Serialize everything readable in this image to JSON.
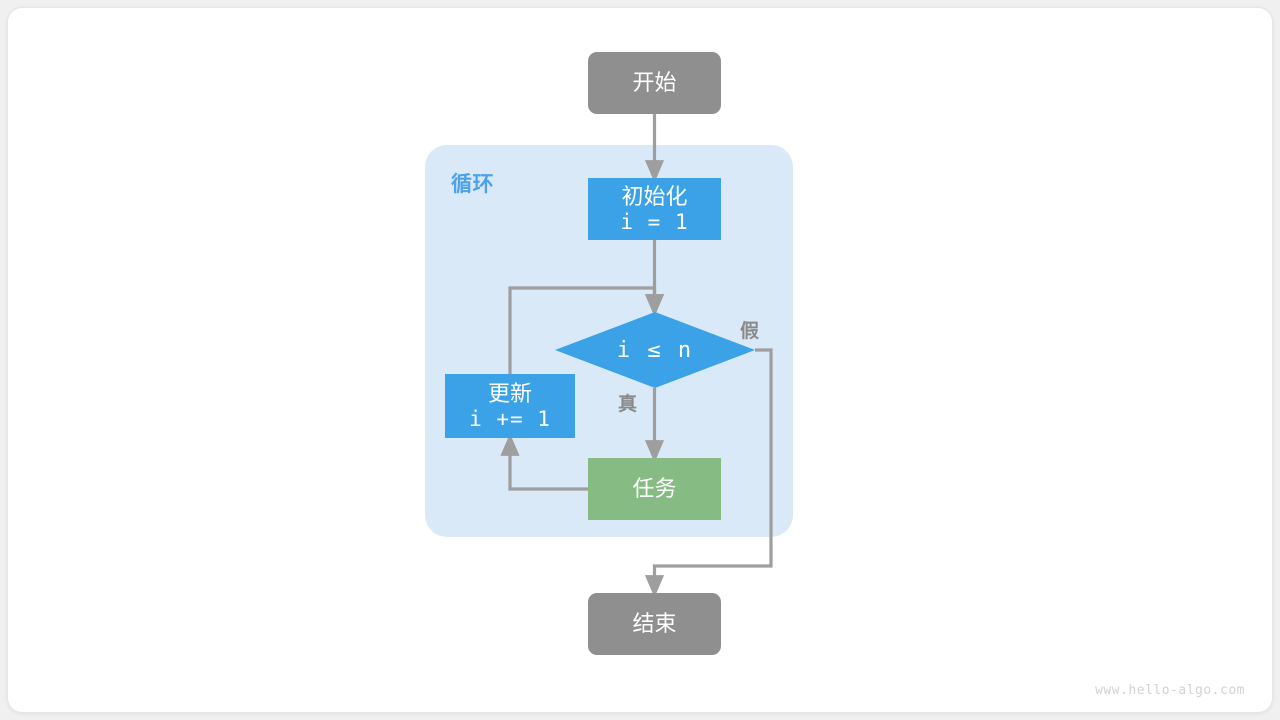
{
  "diagram": {
    "title": "for-loop-flowchart",
    "colors": {
      "terminal": "#8f8f8f",
      "process_blue": "#3ba2e8",
      "process_green": "#86bb83",
      "loop_container": "#d9e9f8",
      "loop_label": "#4da3ea",
      "edge": "#9e9e9e",
      "edge_label": "#8a8a8a",
      "background": "#ffffff"
    },
    "loop_container": {
      "label": "循环"
    },
    "nodes": {
      "start": {
        "label": "开始",
        "shape": "terminal"
      },
      "init": {
        "line1": "初始化",
        "line2": "i = 1",
        "shape": "process"
      },
      "condition": {
        "label": "i ≤ n",
        "shape": "decision"
      },
      "update": {
        "line1": "更新",
        "line2": "i += 1",
        "shape": "process"
      },
      "task": {
        "label": "任务",
        "shape": "process"
      },
      "end": {
        "label": "结束",
        "shape": "terminal"
      }
    },
    "edge_labels": {
      "true": "真",
      "false": "假"
    },
    "watermark": "www.hello-algo.com"
  }
}
